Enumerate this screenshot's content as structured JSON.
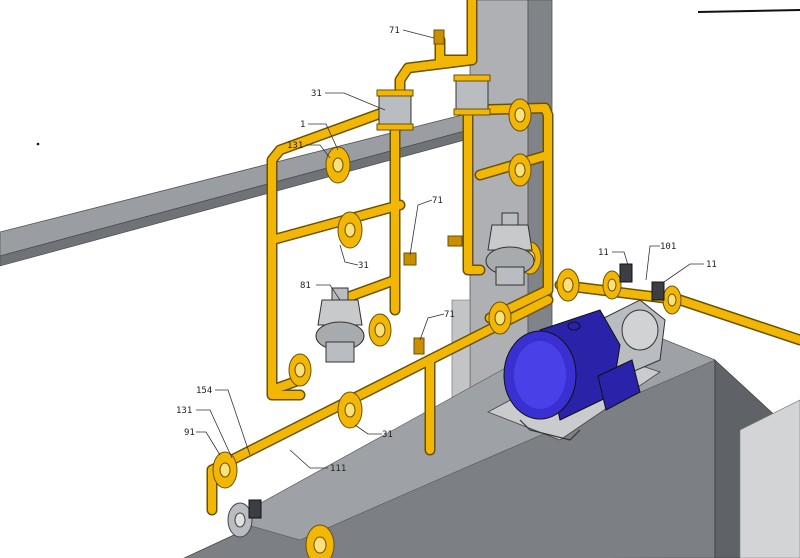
{
  "colors": {
    "pipe": "#f2b705",
    "pipe_edge": "#6b5200",
    "motor": "#3a2fd0",
    "steel": "#b9bcc0",
    "beam": "#8f9296",
    "column": "#a9abae",
    "base": "#777a7e"
  },
  "labels": [
    {
      "id": "lbl-71-top",
      "text": "71"
    },
    {
      "id": "lbl-31-top",
      "text": "31"
    },
    {
      "id": "lbl-1",
      "text": "1"
    },
    {
      "id": "lbl-131-upper",
      "text": "131"
    },
    {
      "id": "lbl-71-mid",
      "text": "71"
    },
    {
      "id": "lbl-31-mid",
      "text": "31"
    },
    {
      "id": "lbl-81",
      "text": "81"
    },
    {
      "id": "lbl-71-low",
      "text": "71"
    },
    {
      "id": "lbl-11-left",
      "text": "11"
    },
    {
      "id": "lbl-101",
      "text": "101"
    },
    {
      "id": "lbl-11-right",
      "text": "11"
    },
    {
      "id": "lbl-154",
      "text": "154"
    },
    {
      "id": "lbl-131-lower",
      "text": "131"
    },
    {
      "id": "lbl-91",
      "text": "91"
    },
    {
      "id": "lbl-31-low",
      "text": "31"
    },
    {
      "id": "lbl-111",
      "text": "111"
    }
  ],
  "icons": [
    "motor-icon",
    "regulator-icon",
    "flange-icon",
    "filter-icon",
    "gauge-icon"
  ]
}
